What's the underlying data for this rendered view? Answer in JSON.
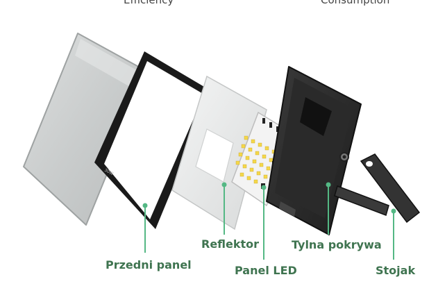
{
  "header": {
    "left_cut_text": "Efficiency",
    "right_cut_text": "Consumption"
  },
  "labels": {
    "front_panel": "Przedni panel",
    "reflector": "Reflektor",
    "led_panel": "Panel LED",
    "back_cover": "Tylna pokrywa",
    "stand": "Stojak"
  },
  "colors": {
    "accent": "#3f7450",
    "leader_line": "#54b884"
  }
}
